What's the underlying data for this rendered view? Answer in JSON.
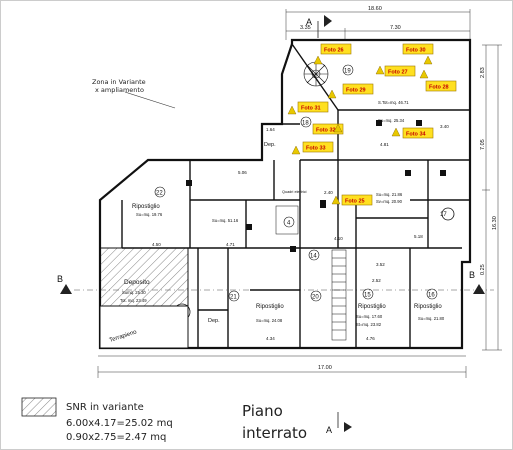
{
  "legend": {
    "variant_label": "SNR in variante",
    "calc_1": "6.00x4.17=25.02 mq",
    "calc_2": "0.90x2.75=2.47 mq"
  },
  "title": {
    "line1": "Piano",
    "line2": "interrato"
  },
  "zone_note": {
    "line1": "Zona in Variante",
    "line2": "x ampliamento"
  },
  "section_marks": {
    "a": "A",
    "b": "B"
  },
  "dimensions": {
    "top_total": "18.60",
    "top_sub": "7.30",
    "top_left": "3.35",
    "bottom_total": "17.00",
    "right_a": "7.05",
    "right_b": "16.30",
    "right_c": "0.25",
    "right_d": "2.83",
    "inner": [
      "5.06",
      "4.71",
      "4.50",
      "2.52",
      "3.52",
      "5.18",
      "4.10",
      "4.34",
      "4.76",
      "1.64",
      "0.55",
      "2.40",
      "3.40",
      "4.81"
    ]
  },
  "rooms": [
    {
      "name": "Ripostiglio",
      "num": "22",
      "area": "Su=mq. 19.76"
    },
    {
      "name": "",
      "num": "",
      "area": "Su=mq. 51.16"
    },
    {
      "name": "Deposito",
      "num": "",
      "area": "Sumq. 25.30",
      "area2": "Tot. mq. 23.49"
    },
    {
      "name": "Ripostiglio",
      "num": "21",
      "area": "Su=mq. 24.08"
    },
    {
      "name": "",
      "num": "20",
      "area": ""
    },
    {
      "name": "Ripostiglio",
      "num": "15",
      "area": "Su=mq. 17.60",
      "area2": "St=mq. 23.82"
    },
    {
      "name": "Ripostiglio",
      "num": "16",
      "area": "Su=mq. 21.80"
    },
    {
      "name": "",
      "num": "17",
      "area": "Su=mq. 21.86",
      "area2": "Sv=mq. 20.90"
    },
    {
      "name": "",
      "num": "18",
      "area": ""
    },
    {
      "name": "",
      "num": "19",
      "area": "S.Tot=mq. 46.71",
      "area2": "Su=mq. 25.34"
    },
    {
      "name": "",
      "num": "14",
      "area": ""
    },
    {
      "name": "",
      "num": "4",
      "area": ""
    },
    {
      "name": "Dep.",
      "num": "",
      "area": ""
    },
    {
      "name": "Dep.",
      "num": "",
      "area": ""
    },
    {
      "name": "Terrapieno",
      "num": "",
      "area": ""
    },
    {
      "name": "Quadri elettrici",
      "num": "",
      "area": ""
    }
  ],
  "foto_labels": [
    "Foto 26",
    "Foto 30",
    "Foto 27",
    "Foto 28",
    "Foto 29",
    "Foto 31",
    "Foto 32",
    "Foto 34",
    "Foto 33",
    "Foto 25"
  ]
}
